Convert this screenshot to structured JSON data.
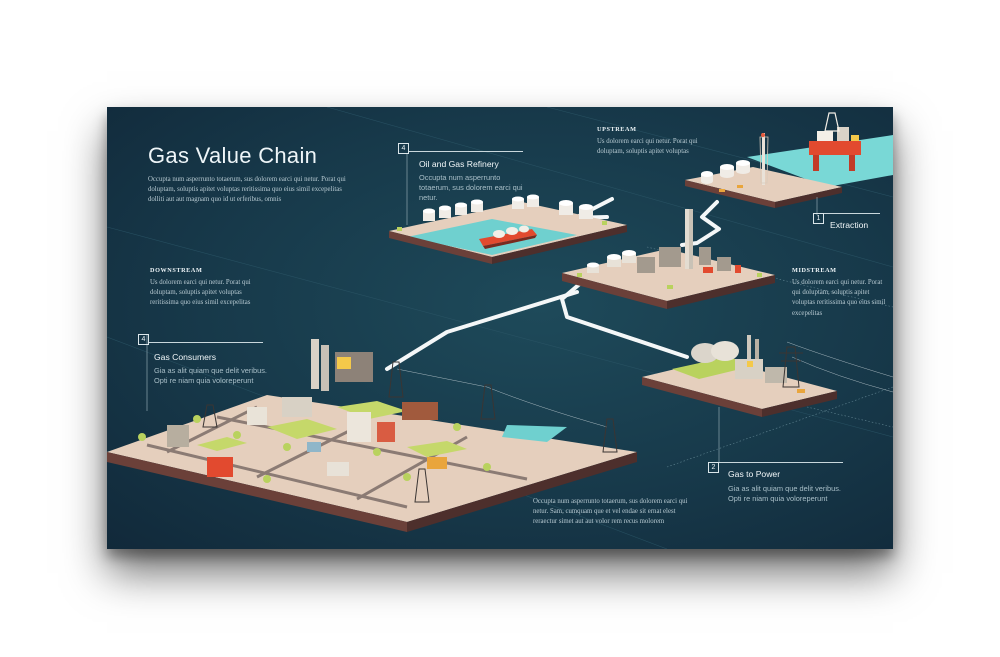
{
  "title": "Gas Value Chain",
  "intro": "Occupta num asperrunto totaerum, sus dolorem earci qui netur. Porat qui doluptam, soluptis apitet voluptas reritissima quo eius simil excepelitas dolliti aut aut magnam quo id ut erferibus, omnis",
  "downstream": {
    "label": "DOWNSTREAM",
    "text": "Us dolorem earci qui netur.  Porat qui doluptam, soluptis apitet voluptas reritissima quo eius simil excepelitas"
  },
  "upstream": {
    "label": "UPSTREAM",
    "text": "Us dolorem earci qui netur.  Porat qui doluptam, soluptis apitet voluptas"
  },
  "midstream": {
    "label": "MIDSTREAM",
    "text": "Us dolorem earci qui netur. Porat qui doluptam, soluptis apitet voluptas reritissima quo eius simil excepelitas"
  },
  "refinery": {
    "number": "4",
    "title": "Oil and Gas Refinery",
    "text": "Occupta num asperrunto totaerum, sus dolorem earci qui netur."
  },
  "extraction": {
    "number": "1",
    "title": "Extraction"
  },
  "consumers": {
    "number": "4",
    "title": "Gas Consumers",
    "text": "Gia as alit quiam que delit veribus. Opti re niam quia voloreperunt"
  },
  "gas_to_power": {
    "number": "2",
    "title": "Gas to Power",
    "text": "Gia as alit quiam que delit veribus. Opti re niam quia voloreperunt"
  },
  "footer_text": "Occupta num asperrunto totaerum, sus dolorem earci qui netur. Sam, cumquam que et vel endae sit ernat elest reraectur simet aut aut volor rem recus molorem",
  "colors": {
    "background": "#17394a",
    "ground": "#e3cdbb",
    "ground_side": "#5c3a35",
    "water": "#6fd0cf",
    "pipeline": "#f4f7f8",
    "grass": "#c5d86a"
  }
}
